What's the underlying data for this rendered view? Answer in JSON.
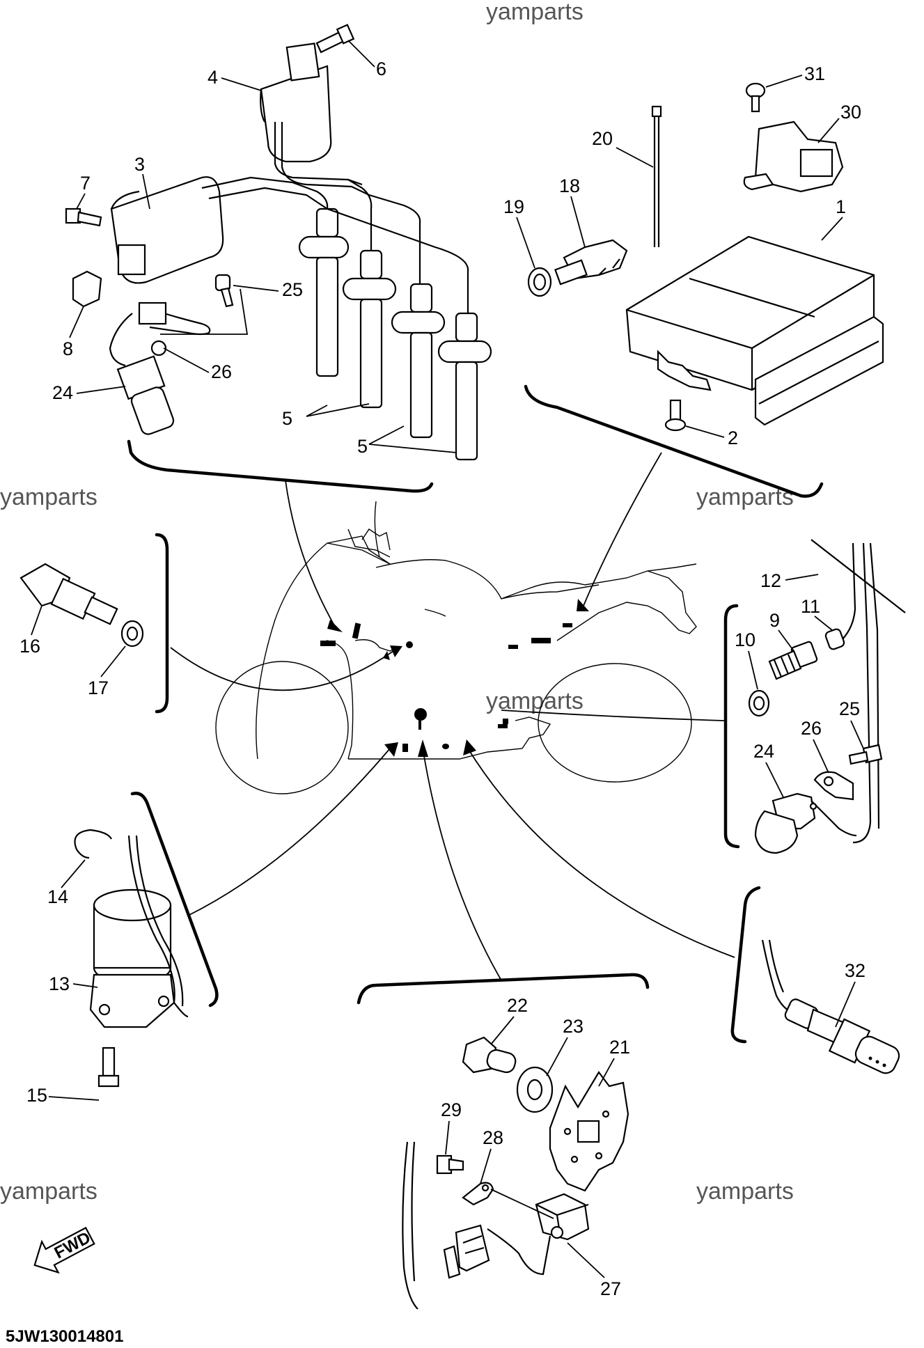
{
  "watermarks": [
    "yamparts",
    "yamparts",
    "yamparts",
    "yamparts",
    "yamparts",
    "yamparts"
  ],
  "callouts": {
    "c1": "1",
    "c2": "2",
    "c3": "3",
    "c4": "4",
    "c5a": "5",
    "c5b": "5",
    "c6": "6",
    "c7": "7",
    "c8": "8",
    "c9": "9",
    "c10": "10",
    "c11": "11",
    "c12": "12",
    "c13": "13",
    "c14": "14",
    "c15": "15",
    "c16": "16",
    "c17": "17",
    "c18": "18",
    "c19": "19",
    "c20": "20",
    "c21": "21",
    "c22": "22",
    "c23": "23",
    "c24a": "24",
    "c24b": "24",
    "c25a": "25",
    "c25b": "25",
    "c26a": "26",
    "c26b": "26",
    "c27": "27",
    "c28": "28",
    "c29": "29",
    "c30": "30",
    "c31": "31",
    "c32": "32"
  },
  "fwd_label": "FWD",
  "diagram_code": "5JW130014801"
}
